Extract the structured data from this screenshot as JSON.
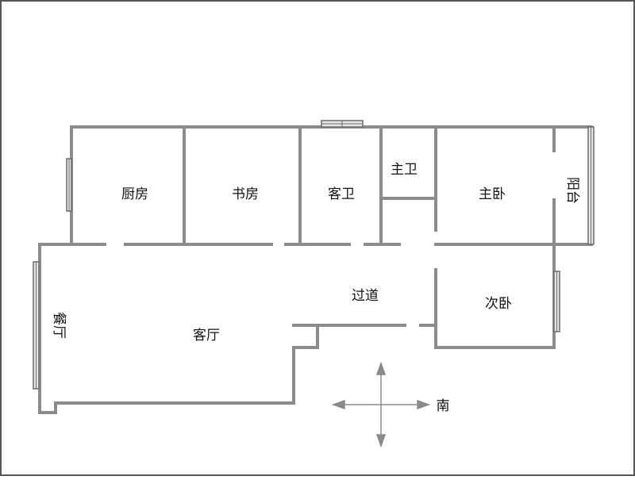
{
  "floorplan": {
    "rooms": {
      "kitchen": "厨房",
      "study": "书房",
      "guest_bath": "客卫",
      "master_bath": "主卫",
      "master_bedroom": "主卧",
      "balcony": "阳台",
      "corridor": "过道",
      "second_bedroom": "次卧",
      "dining": "餐厅",
      "living_room": "客厅"
    },
    "compass": {
      "direction_label": "南"
    },
    "colors": {
      "wall": "#8c8c8c",
      "window_frame": "#6a6a6a",
      "arrow": "#8a8a8a",
      "text": "#111111",
      "border": "#555555"
    }
  }
}
